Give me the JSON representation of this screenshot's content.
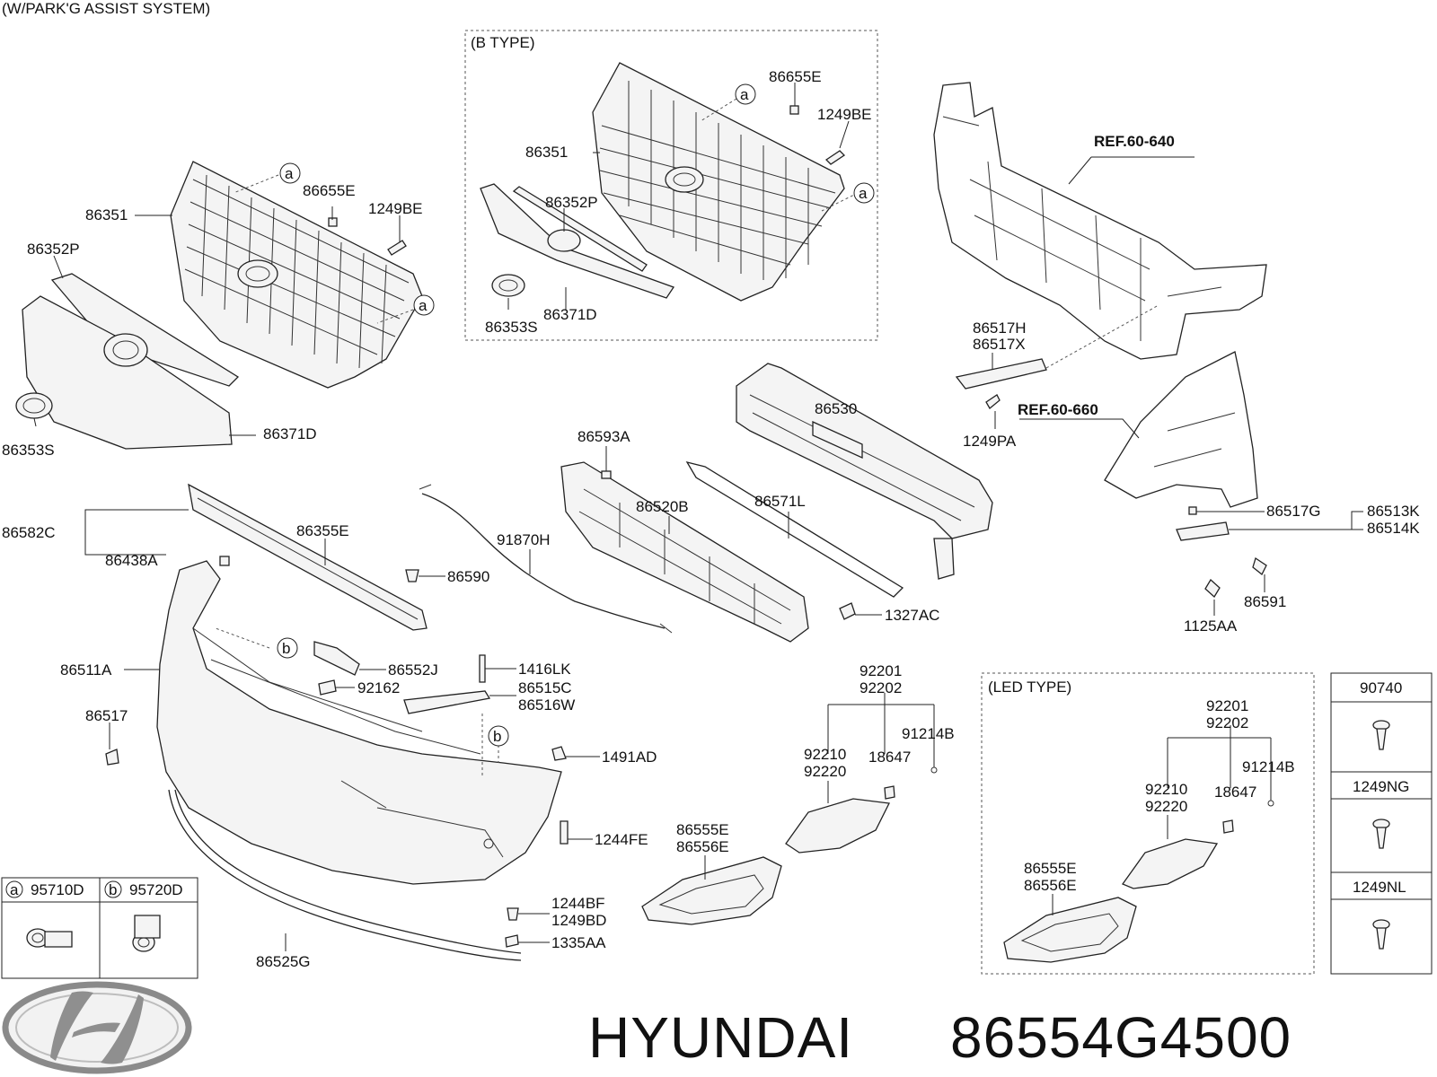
{
  "header_note": "(W/PARK'G ASSIST SYSTEM)",
  "panels": {
    "b_type": "(B TYPE)",
    "led_type": "(LED TYPE)"
  },
  "refs": {
    "ref_640": "REF.60-640",
    "ref_660": "REF.60-660"
  },
  "callouts": {
    "a": "a",
    "b": "b"
  },
  "labels": {
    "p86351_l": "86351",
    "p86655E_l": "86655E",
    "p1249BE_l": "1249BE",
    "p86352P_l": "86352P",
    "p86353S_l": "86353S",
    "p86371D_l": "86371D",
    "p86351_b": "86351",
    "p86655E_b": "86655E",
    "p1249BE_b": "1249BE",
    "p86352P_b": "86352P",
    "p86353S_b": "86353S",
    "p86371D_b": "86371D",
    "p86517H": "86517H",
    "p86517X": "86517X",
    "p1249PA": "1249PA",
    "p86530": "86530",
    "p86593A": "86593A",
    "p86520B": "86520B",
    "p86571L": "86571L",
    "p86582C": "86582C",
    "p86355E": "86355E",
    "p86438A": "86438A",
    "p91870H": "91870H",
    "p86590": "86590",
    "p1327AC": "1327AC",
    "p86517G": "86517G",
    "p86513K": "86513K",
    "p86514K": "86514K",
    "p86591": "86591",
    "p1125AA": "1125AA",
    "p86511A": "86511A",
    "p86552J": "86552J",
    "p92162": "92162",
    "p1416LK": "1416LK",
    "p86515C": "86515C",
    "p86516W": "86516W",
    "p86517": "86517",
    "p1491AD": "1491AD",
    "p1244FE": "1244FE",
    "p1244BF": "1244BF",
    "p1249BD": "1249BD",
    "p1335AA": "1335AA",
    "p86525G": "86525G",
    "p92201_m": "92201",
    "p92202_m": "92202",
    "p92210_m": "92210",
    "p92220_m": "92220",
    "p18647_m": "18647",
    "p91214B_m": "91214B",
    "p86555E_m": "86555E",
    "p86556E_m": "86556E",
    "p92201_r": "92201",
    "p92202_r": "92202",
    "p92210_r": "92210",
    "p92220_r": "92220",
    "p18647_r": "18647",
    "p91214B_r": "91214B",
    "p86555E_r": "86555E",
    "p86556E_r": "86556E"
  },
  "sensor_table": {
    "a_code": "95710D",
    "b_code": "95720D"
  },
  "fastener_table": [
    "90740",
    "1249NG",
    "1249NL"
  ],
  "title": {
    "brand": "HYUNDAI",
    "part_number": "86554G4500"
  }
}
